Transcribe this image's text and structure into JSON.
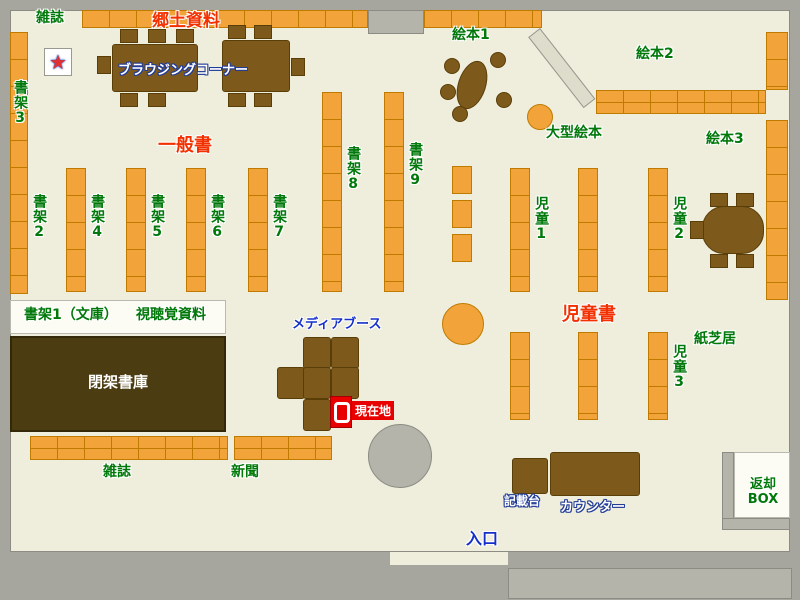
{
  "title": "library-floor-map",
  "colors": {
    "floor": "#EFEEDD",
    "frame": "#A6A69E",
    "shelf_fill": "#F2A43B",
    "shelf_border": "#BE7B00",
    "furniture_brown": "#7D5A1C",
    "closed_stack_brown": "#4C3C12",
    "marker_red": "#E80000",
    "label_green": "#00780A",
    "label_red": "#F23000",
    "label_blue": "#1430C8",
    "label_white": "#FFFFFF"
  },
  "icons": {
    "magazine_badge": "★"
  },
  "labels": {
    "magazines_top": "雑誌",
    "local_materials": "郷土資料",
    "browsing_corner": "ブラウジングコーナー",
    "picture_books_1": "絵本1",
    "picture_books_2": "絵本2",
    "picture_books_3": "絵本3",
    "large_picture_books": "大型絵本",
    "general_books": "一般書",
    "shelf_1_bunko": "書架1（文庫）",
    "shelf_2": "書架2",
    "shelf_3": "書架3",
    "shelf_4": "書架4",
    "shelf_5": "書架5",
    "shelf_6": "書架6",
    "shelf_7": "書架7",
    "shelf_8": "書架8",
    "shelf_9": "書架9",
    "children_1": "児童1",
    "children_2": "児童2",
    "children_3": "児童3",
    "children_books": "児童書",
    "kamishibai": "紙芝居",
    "audio_visual": "視聴覚資料",
    "media_booth": "メディアブース",
    "closed_stacks": "閉架書庫",
    "current_location": "現在地",
    "magazines_bottom": "雑誌",
    "newspapers": "新聞",
    "writing_desk": "記載台",
    "counter": "カウンター",
    "return_box": "返却\nBOX",
    "entrance": "入口"
  }
}
